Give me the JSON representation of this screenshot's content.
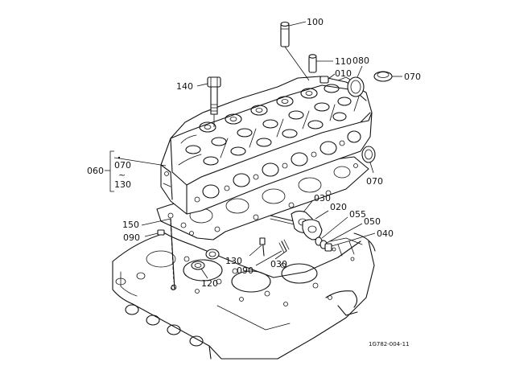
{
  "labels": {
    "p100": "100",
    "p110": "110",
    "p080": "080",
    "p010": "010",
    "p070a": "070",
    "p140": "140",
    "p060": "060",
    "p070b": "070",
    "tilde": "~",
    "p130a": "130",
    "p070c": "070",
    "p030a": "030",
    "p020": "020",
    "p055": "055",
    "p050": "050",
    "p040": "040",
    "p150": "150",
    "p090a": "090",
    "p130b": "130",
    "p090b": "090",
    "p030b": "030",
    "p120": "120"
  },
  "drawing_code": "1G782-004-11"
}
